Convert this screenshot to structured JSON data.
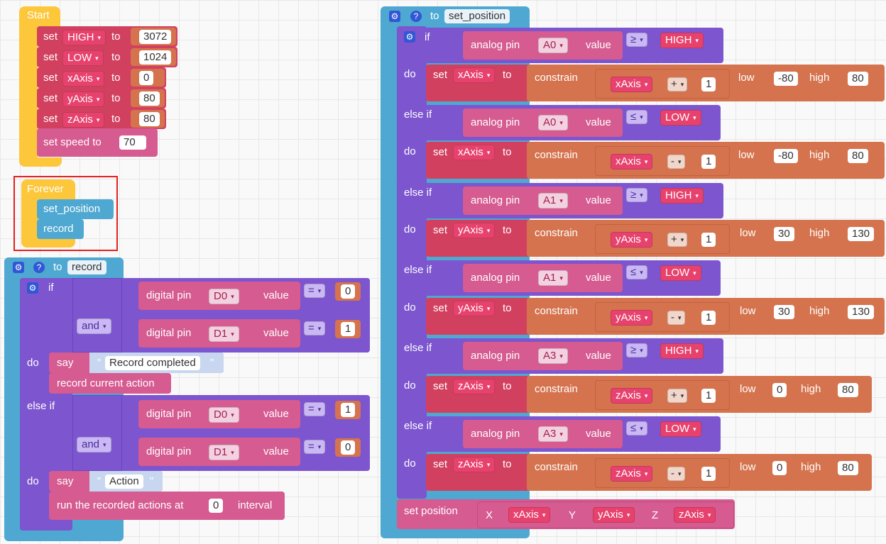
{
  "colors": {
    "event_yellow": "#fcc73a",
    "variable_red": "#d2405f",
    "motion_pink": "#d55b90",
    "operator_orange": "#d5734e",
    "logic_purple": "#7c55cf",
    "function_blue": "#4ea8d1",
    "selection_red": "#e31f1f"
  },
  "icons": {
    "gear": "⚙",
    "help": "?",
    "arrow": "▾"
  },
  "start": {
    "hat": "Start",
    "set": "set",
    "to": "to",
    "vars": [
      {
        "name": "HIGH",
        "value": "3072"
      },
      {
        "name": "LOW",
        "value": "1024"
      },
      {
        "name": "xAxis",
        "value": "0"
      },
      {
        "name": "yAxis",
        "value": "80"
      },
      {
        "name": "zAxis",
        "value": "80"
      }
    ],
    "speed_label": "set speed to",
    "speed_value": "70"
  },
  "forever": {
    "hat": "Forever",
    "calls": [
      "set_position",
      "record"
    ]
  },
  "record_fn": {
    "to": "to",
    "name": "record",
    "if": "if",
    "else_if": "else if",
    "do": "do",
    "and": "and",
    "digital_pin": "digital pin",
    "value": "value",
    "eq": "=",
    "pins": [
      "D0",
      "D1",
      "D0",
      "D1"
    ],
    "cmp_values": [
      "0",
      "1",
      "1",
      "0"
    ],
    "say": "say",
    "quote": "\"",
    "say_text_1": "Record completed",
    "record_action": "record current action",
    "say_text_2": "Action",
    "run_label": "run the recorded actions at",
    "run_value": "0",
    "interval": "interval"
  },
  "set_position_fn": {
    "to": "to",
    "name": "set_position",
    "if": "if",
    "else_if": "else if",
    "do": "do",
    "analog_pin": "analog pin",
    "value": "value",
    "set": "set",
    "constrain": "constrain",
    "low": "low",
    "high": "high",
    "branches": [
      {
        "pin": "A0",
        "cmp": "≥",
        "threshold": "HIGH",
        "var": "xAxis",
        "op": "+",
        "step": "1",
        "low": "-80",
        "high": "80"
      },
      {
        "pin": "A0",
        "cmp": "≤",
        "threshold": "LOW",
        "var": "xAxis",
        "op": "-",
        "step": "1",
        "low": "-80",
        "high": "80"
      },
      {
        "pin": "A1",
        "cmp": "≥",
        "threshold": "HIGH",
        "var": "yAxis",
        "op": "+",
        "step": "1",
        "low": "30",
        "high": "130"
      },
      {
        "pin": "A1",
        "cmp": "≤",
        "threshold": "LOW",
        "var": "yAxis",
        "op": "-",
        "step": "1",
        "low": "30",
        "high": "130"
      },
      {
        "pin": "A3",
        "cmp": "≥",
        "threshold": "HIGH",
        "var": "zAxis",
        "op": "+",
        "step": "1",
        "low": "0",
        "high": "80"
      },
      {
        "pin": "A3",
        "cmp": "≤",
        "threshold": "LOW",
        "var": "zAxis",
        "op": "-",
        "step": "1",
        "low": "0",
        "high": "80"
      }
    ],
    "set_position_label": "set position",
    "x": "X",
    "y": "Y",
    "z": "Z",
    "x_var": "xAxis",
    "y_var": "yAxis",
    "z_var": "zAxis"
  }
}
